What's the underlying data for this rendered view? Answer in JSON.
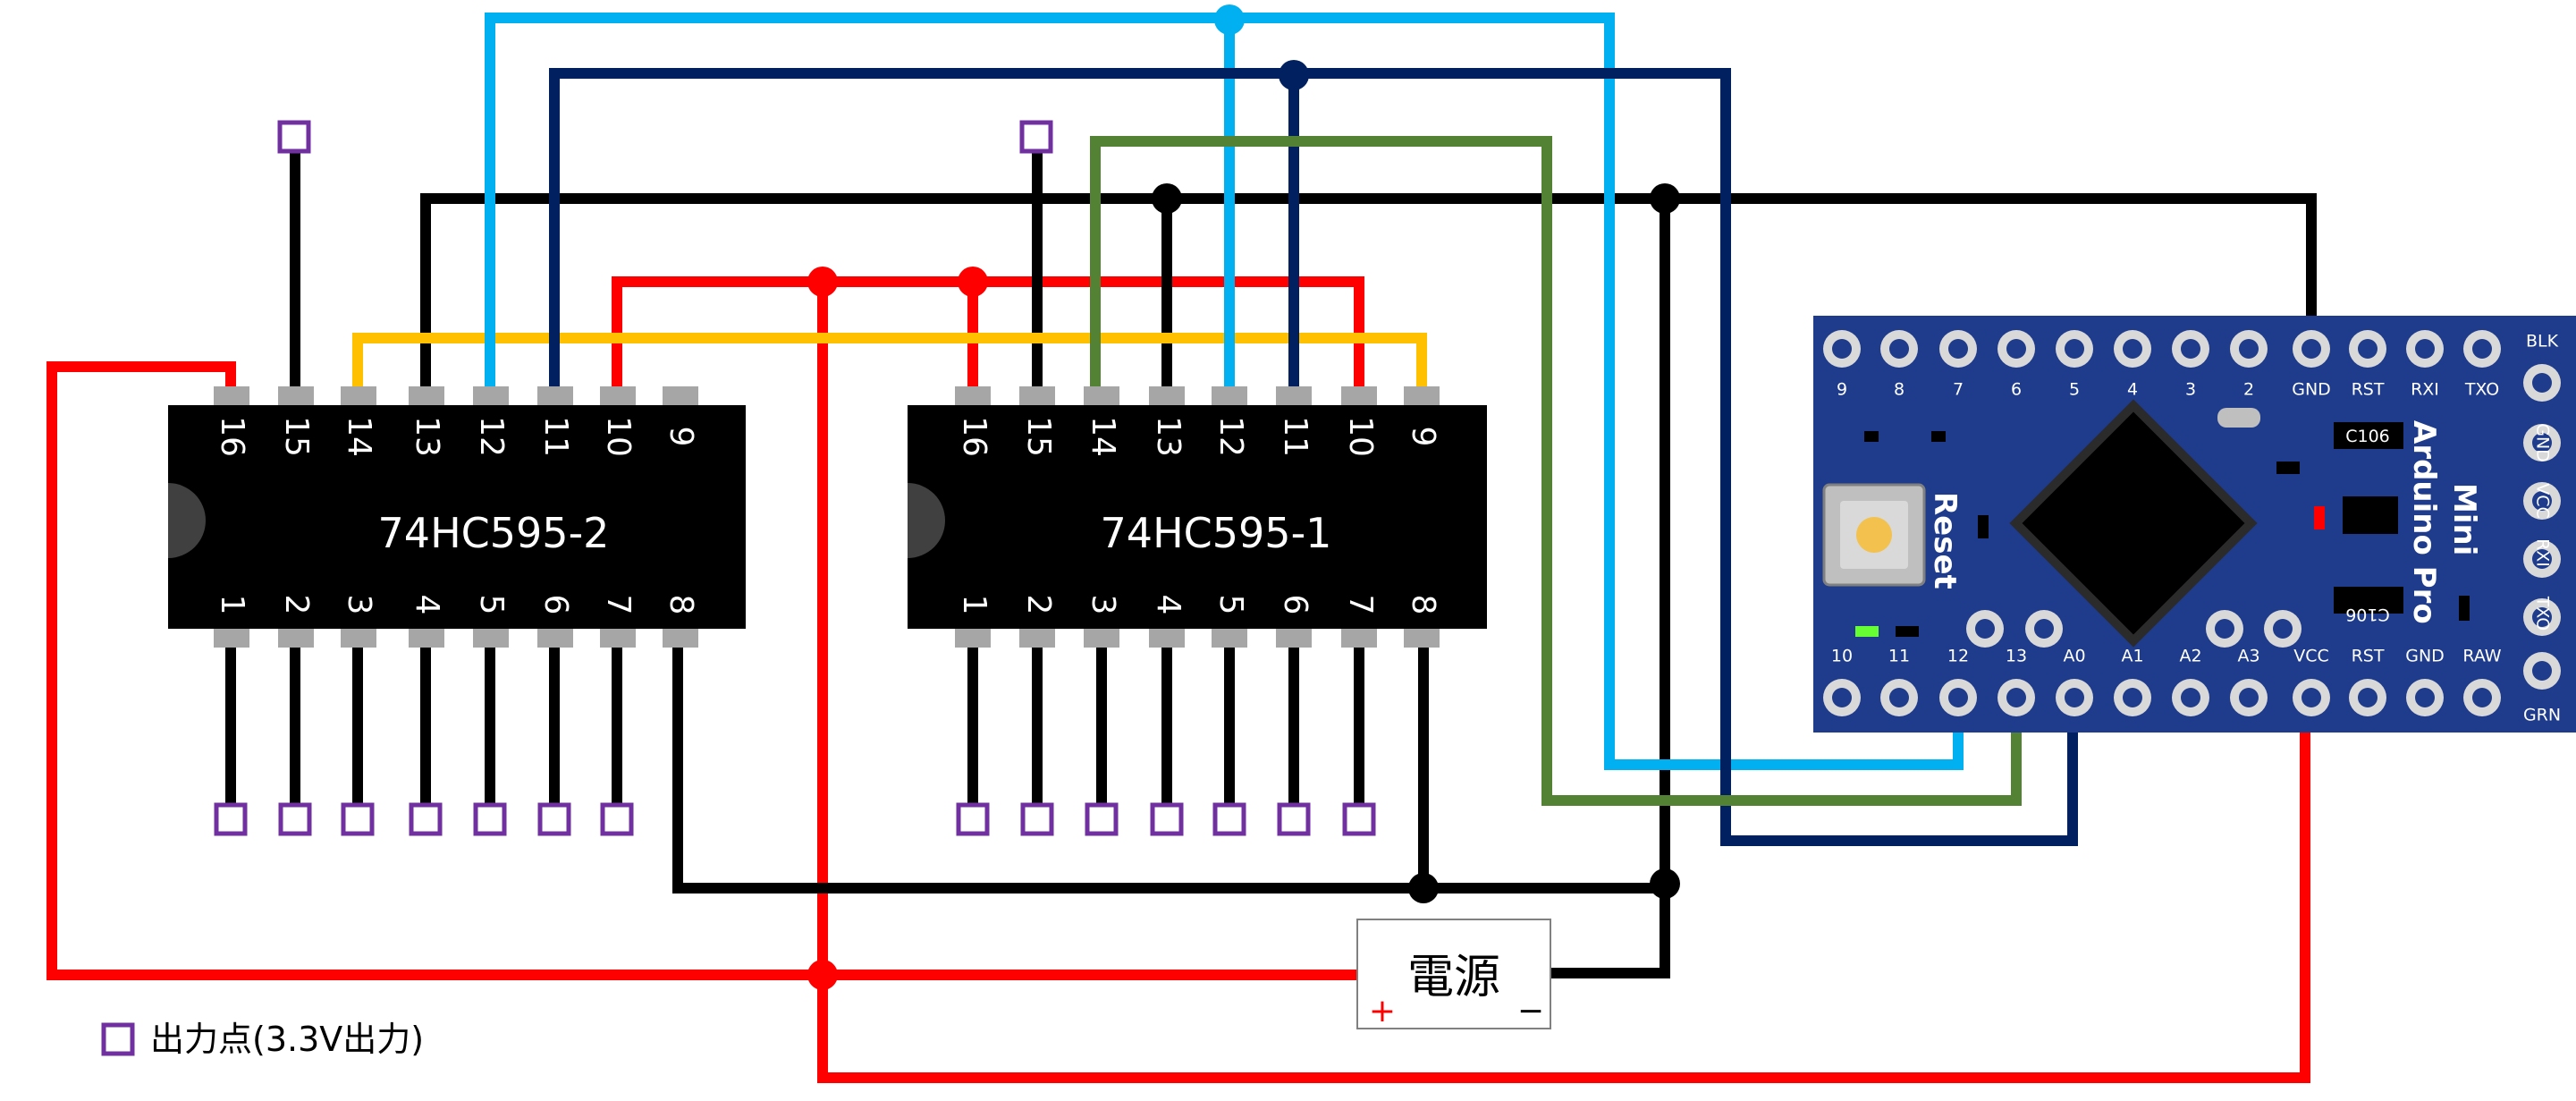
{
  "chips": [
    {
      "label": "74HC595-2",
      "top_pins": [
        "16",
        "15",
        "14",
        "13",
        "12",
        "11",
        "10",
        "9"
      ],
      "bottom_pins": [
        "1",
        "2",
        "3",
        "4",
        "5",
        "6",
        "7",
        "8"
      ]
    },
    {
      "label": "74HC595-1",
      "top_pins": [
        "16",
        "15",
        "14",
        "13",
        "12",
        "11",
        "10",
        "9"
      ],
      "bottom_pins": [
        "1",
        "2",
        "3",
        "4",
        "5",
        "6",
        "7",
        "8"
      ]
    }
  ],
  "arduino": {
    "name_line1": "Arduino Pro",
    "name_line2": "Mini",
    "reset_label": "Reset",
    "top_pins": [
      "9",
      "8",
      "7",
      "6",
      "5",
      "4",
      "3",
      "2",
      "GND",
      "RST",
      "RXI",
      "TXO"
    ],
    "bottom_pins": [
      "10",
      "11",
      "12",
      "13",
      "A0",
      "A1",
      "A2",
      "A3",
      "VCC",
      "RST",
      "GND",
      "RAW"
    ],
    "right_pins": [
      "BLK",
      "GND",
      "VCC",
      "RXI",
      "TXO",
      "GRN"
    ],
    "cap_label": "C106"
  },
  "power": {
    "label": "電源",
    "plus": "+",
    "minus": "−"
  },
  "legend": {
    "text": "出力点(3.3V出力)"
  },
  "colors": {
    "red": "#ff0000",
    "black": "#000000",
    "yellow": "#ffc000",
    "light_blue": "#00b0f0",
    "navy": "#002060",
    "green": "#548235",
    "purple": "#7030a0",
    "board": "#1f3c8c"
  }
}
